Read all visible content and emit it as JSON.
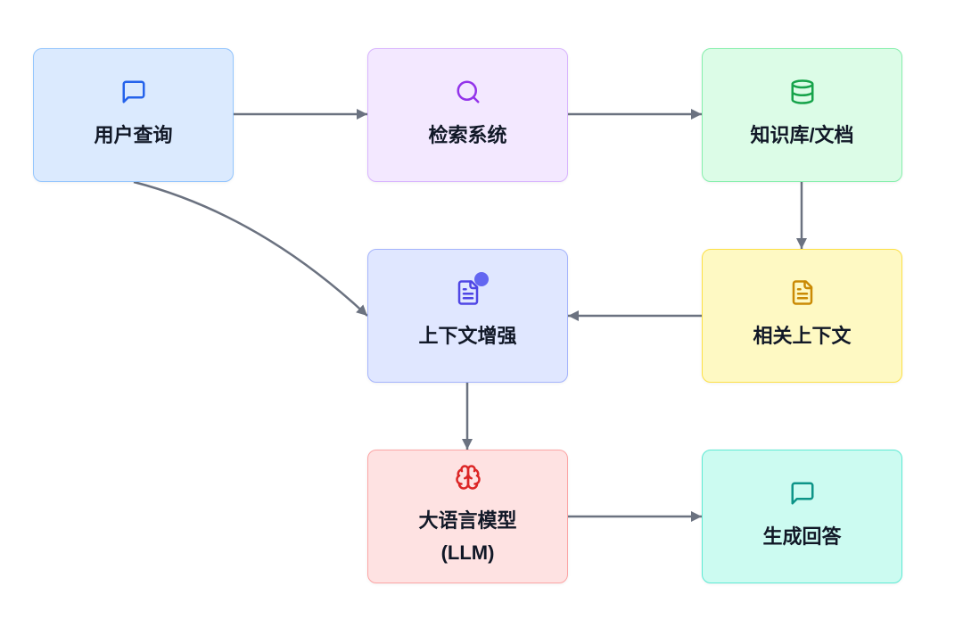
{
  "diagram": {
    "nodes": {
      "user_query": {
        "label": "用户查询",
        "icon": "message-square-icon",
        "bg": "#dbeafe",
        "border": "#93c5fd",
        "accent": "#2563eb"
      },
      "retrieval_system": {
        "label": "检索系统",
        "icon": "search-icon",
        "bg": "#f3e8ff",
        "border": "#d8b4fe",
        "accent": "#9333ea"
      },
      "knowledge_base": {
        "label": "知识库/文档",
        "icon": "database-icon",
        "bg": "#dcfce7",
        "border": "#86efac",
        "accent": "#16a34a"
      },
      "context_augmentation": {
        "label": "上下文增强",
        "icon": "file-text-icon",
        "bg": "#e0e7ff",
        "border": "#a5b4fc",
        "accent": "#4f46e5",
        "badge_color": "#6366f1"
      },
      "relevant_context": {
        "label": "相关上下文",
        "icon": "file-text-icon",
        "bg": "#fef9c3",
        "border": "#fde047",
        "accent": "#ca8a04"
      },
      "llm": {
        "label": "大语言模型",
        "label_line2": "(LLM)",
        "icon": "brain-icon",
        "bg": "#fee2e2",
        "border": "#fca5a5",
        "accent": "#dc2626"
      },
      "generated_answer": {
        "label": "生成回答",
        "icon": "message-square-icon",
        "bg": "#ccfbf1",
        "border": "#5eead4",
        "accent": "#0d9488"
      }
    },
    "arrow_color": "#6b7280"
  }
}
